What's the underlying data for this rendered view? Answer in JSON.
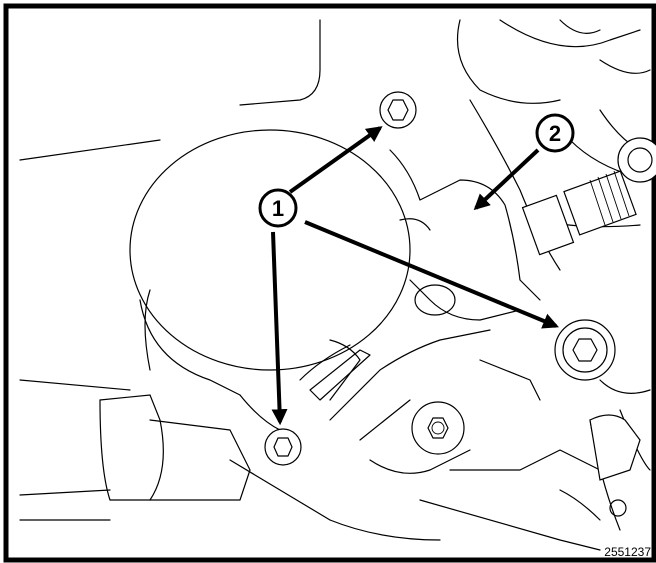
{
  "callouts": {
    "one": "1",
    "two": "2"
  },
  "figure_number": "2551237"
}
